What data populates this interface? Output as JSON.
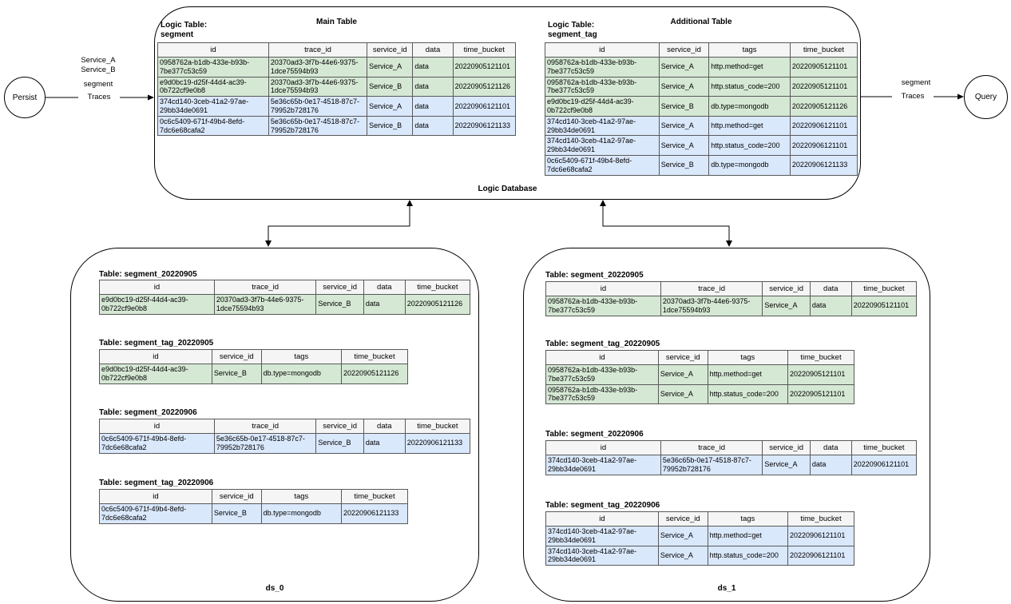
{
  "colors": {
    "row_green": "#d5e8d4",
    "row_blue": "#dae8fc",
    "header_bg": "#f5f5f5",
    "table_border": "#595959"
  },
  "nodes": {
    "persist": "Persist",
    "query": "Query"
  },
  "flows": {
    "persist": {
      "service_a": "Service_A",
      "service_b": "Service_B",
      "segment": "segment",
      "traces": "Traces"
    },
    "query": {
      "segment": "segment",
      "traces": "Traces"
    }
  },
  "logic_database": {
    "label": "Logic Database",
    "main": {
      "caption": "Main Table",
      "logic_table_label": "Logic Table:",
      "logic_table_name": "segment",
      "table": {
        "columns": [
          "id",
          "trace_id",
          "service_id",
          "data",
          "time_bucket"
        ],
        "rows": [
          {
            "tone": "green",
            "cells": [
              "0958762a-b1db-433e-b93b-7be377c53c59",
              "20370ad3-3f7b-44e6-9375-1dce75594b93",
              "Service_A",
              "data",
              "20220905121101"
            ]
          },
          {
            "tone": "green",
            "cells": [
              "e9d0bc19-d25f-44d4-ac39-0b722cf9e0b8",
              "20370ad3-3f7b-44e6-9375-1dce75594b93",
              "Service_B",
              "data",
              "20220905121126"
            ]
          },
          {
            "tone": "blue",
            "cells": [
              "374cd140-3ceb-41a2-97ae-29bb34de0691",
              "5e36c65b-0e17-4518-87c7-79952b728176",
              "Service_A",
              "data",
              "20220906121101"
            ]
          },
          {
            "tone": "blue",
            "cells": [
              "0c6c5409-671f-49b4-8efd-7dc6e68cafa2",
              "5e36c65b-0e17-4518-87c7-79952b728176",
              "Service_B",
              "data",
              "20220906121133"
            ]
          }
        ]
      }
    },
    "additional": {
      "caption": "Additional Table",
      "logic_table_label": "Logic Table:",
      "logic_table_name": "segment_tag",
      "table": {
        "columns": [
          "id",
          "service_id",
          "tags",
          "time_bucket"
        ],
        "rows": [
          {
            "tone": "green",
            "cells": [
              "0958762a-b1db-433e-b93b-7be377c53c59",
              "Service_A",
              "http.method=get",
              "20220905121101"
            ]
          },
          {
            "tone": "green",
            "cells": [
              "0958762a-b1db-433e-b93b-7be377c53c59",
              "Service_A",
              "http.status_code=200",
              "20220905121101"
            ]
          },
          {
            "tone": "green",
            "cells": [
              "e9d0bc19-d25f-44d4-ac39-0b722cf9e0b8",
              "Service_B",
              "db.type=mongodb",
              "20220905121126"
            ]
          },
          {
            "tone": "blue",
            "cells": [
              "374cd140-3ceb-41a2-97ae-29bb34de0691",
              "Service_A",
              "http.method=get",
              "20220906121101"
            ]
          },
          {
            "tone": "blue",
            "cells": [
              "374cd140-3ceb-41a2-97ae-29bb34de0691",
              "Service_A",
              "http.status_code=200",
              "20220906121101"
            ]
          },
          {
            "tone": "blue",
            "cells": [
              "0c6c5409-671f-49b4-8efd-7dc6e68cafa2",
              "Service_B",
              "db.type=mongodb",
              "20220906121133"
            ]
          }
        ]
      }
    }
  },
  "ds_0": {
    "label": "ds_0",
    "tables": [
      {
        "title": "Table: segment_20220905",
        "columns": [
          "id",
          "trace_id",
          "service_id",
          "data",
          "time_bucket"
        ],
        "rows": [
          {
            "tone": "green",
            "cells": [
              "e9d0bc19-d25f-44d4-ac39-0b722cf9e0b8",
              "20370ad3-3f7b-44e6-9375-1dce75594b93",
              "Service_B",
              "data",
              "20220905121126"
            ]
          }
        ]
      },
      {
        "title": "Table: segment_tag_20220905",
        "columns": [
          "id",
          "service_id",
          "tags",
          "time_bucket"
        ],
        "rows": [
          {
            "tone": "green",
            "cells": [
              "e9d0bc19-d25f-44d4-ac39-0b722cf9e0b8",
              "Service_B",
              "db.type=mongodb",
              "20220905121126"
            ]
          }
        ]
      },
      {
        "title": "Table: segment_20220906",
        "columns": [
          "id",
          "trace_id",
          "service_id",
          "data",
          "time_bucket"
        ],
        "rows": [
          {
            "tone": "blue",
            "cells": [
              "0c6c5409-671f-49b4-8efd-7dc6e68cafa2",
              "5e36c65b-0e17-4518-87c7-79952b728176",
              "Service_B",
              "data",
              "20220906121133"
            ]
          }
        ]
      },
      {
        "title": "Table: segment_tag_20220906",
        "columns": [
          "id",
          "service_id",
          "tags",
          "time_bucket"
        ],
        "rows": [
          {
            "tone": "blue",
            "cells": [
              "0c6c5409-671f-49b4-8efd-7dc6e68cafa2",
              "Service_B",
              "db.type=mongodb",
              "20220906121133"
            ]
          }
        ]
      }
    ]
  },
  "ds_1": {
    "label": "ds_1",
    "tables": [
      {
        "title": "Table: segment_20220905",
        "columns": [
          "id",
          "trace_id",
          "service_id",
          "data",
          "time_bucket"
        ],
        "rows": [
          {
            "tone": "green",
            "cells": [
              "0958762a-b1db-433e-b93b-7be377c53c59",
              "20370ad3-3f7b-44e6-9375-1dce75594b93",
              "Service_A",
              "data",
              "20220905121101"
            ]
          }
        ]
      },
      {
        "title": "Table: segment_tag_20220905",
        "columns": [
          "id",
          "service_id",
          "tags",
          "time_bucket"
        ],
        "rows": [
          {
            "tone": "green",
            "cells": [
              "0958762a-b1db-433e-b93b-7be377c53c59",
              "Service_A",
              "http.method=get",
              "20220905121101"
            ]
          },
          {
            "tone": "green",
            "cells": [
              "0958762a-b1db-433e-b93b-7be377c53c59",
              "Service_A",
              "http.status_code=200",
              "20220905121101"
            ]
          }
        ]
      },
      {
        "title": "Table: segment_20220906",
        "columns": [
          "id",
          "trace_id",
          "service_id",
          "data",
          "time_bucket"
        ],
        "rows": [
          {
            "tone": "blue",
            "cells": [
              "374cd140-3ceb-41a2-97ae-29bb34de0691",
              "5e36c65b-0e17-4518-87c7-79952b728176",
              "Service_A",
              "data",
              "20220906121101"
            ]
          }
        ]
      },
      {
        "title": "Table: segment_tag_20220906",
        "columns": [
          "id",
          "service_id",
          "tags",
          "time_bucket"
        ],
        "rows": [
          {
            "tone": "blue",
            "cells": [
              "374cd140-3ceb-41a2-97ae-29bb34de0691",
              "Service_A",
              "http.method=get",
              "20220906121101"
            ]
          },
          {
            "tone": "blue",
            "cells": [
              "374cd140-3ceb-41a2-97ae-29bb34de0691",
              "Service_A",
              "http.status_code=200",
              "20220906121101"
            ]
          }
        ]
      }
    ]
  }
}
